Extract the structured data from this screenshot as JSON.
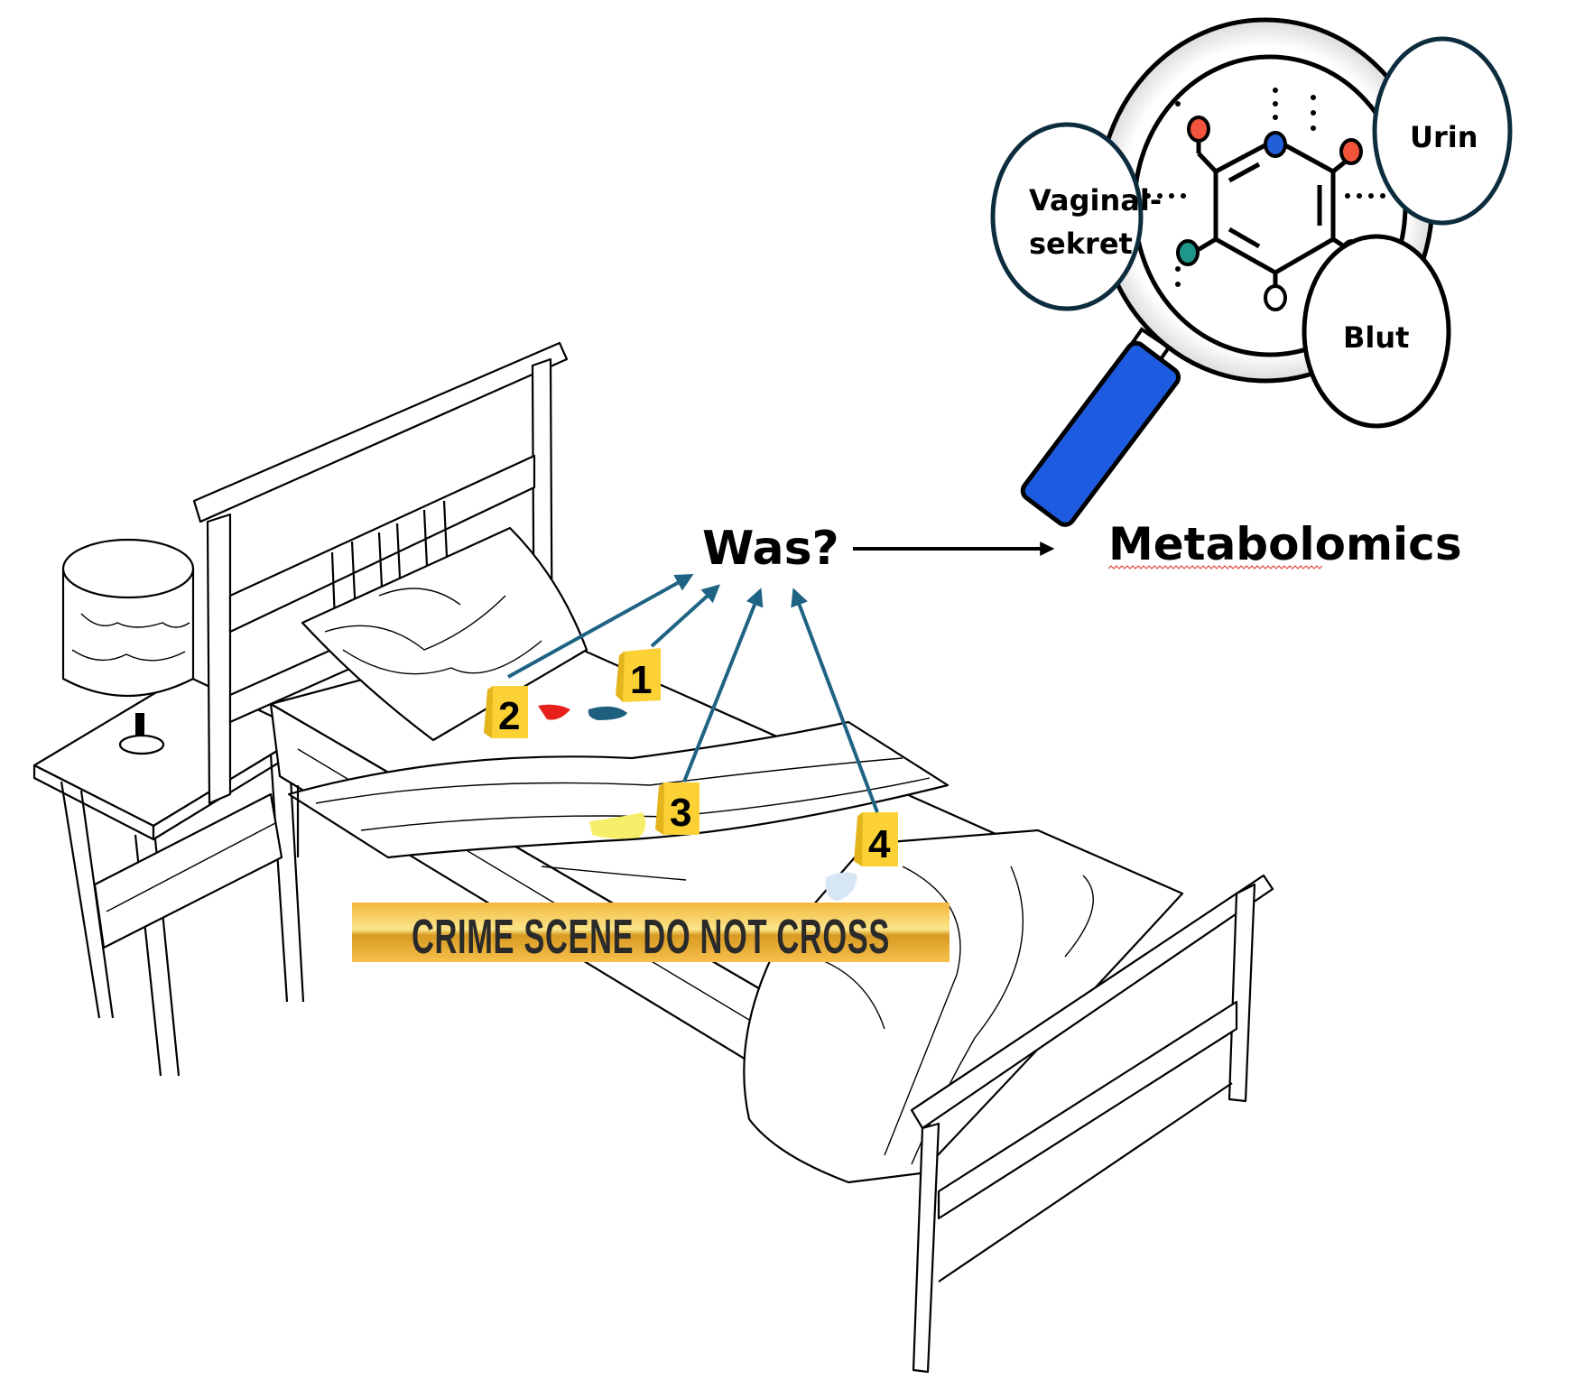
{
  "title": "Was?",
  "target_label": "Metabolomics",
  "sample_types": [
    {
      "label_lines": [
        "Vaginal-",
        "sekret"
      ]
    },
    {
      "label_lines": [
        "Urin"
      ]
    },
    {
      "label_lines": [
        "Blut"
      ]
    }
  ],
  "evidence_markers": [
    {
      "number": "1",
      "stain_color": "#1f5f7e"
    },
    {
      "number": "2",
      "stain_color": "#e8201b"
    },
    {
      "number": "3",
      "stain_color": "#f7ef6a"
    },
    {
      "number": "4",
      "stain_color": "#d6e6f5"
    }
  ],
  "tape": {
    "text": "CRIME SCENE  DO NOT CROSS"
  },
  "colors": {
    "arrow": "#1f6384",
    "marker_yellow": "#fbd135",
    "magnifier_handle": "#1d5ce0",
    "circle_outline": "#0d2c3e",
    "atom_red": "#f2553b",
    "atom_blue": "#2160d8",
    "atom_teal": "#1f968a",
    "tape_gold": "#f4b73d"
  }
}
